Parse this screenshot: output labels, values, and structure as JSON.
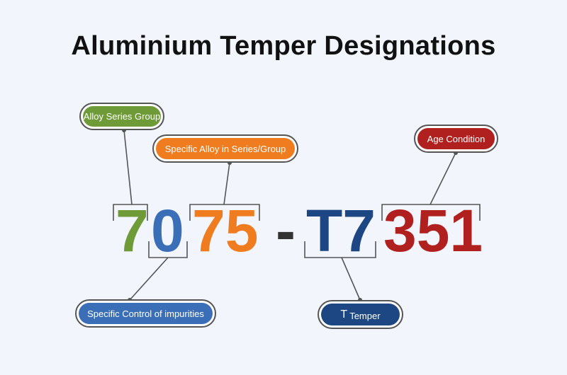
{
  "title": "Aluminium Temper Designations",
  "designation": {
    "alloy_series": "7",
    "impurity_control": "0",
    "specific_alloy": "75",
    "separator": "-",
    "temper": "T7",
    "age_condition": "351"
  },
  "labels": {
    "alloy_series_group": "Alloy Series Group",
    "specific_alloy": "Specific Alloy in Series/Group",
    "age_condition": "Age Condition",
    "impurities": "Specific Control of impurities",
    "temper_letter": "T",
    "temper_word": "Temper"
  },
  "colors": {
    "green": "#6e9a38",
    "blue": "#3a6fb8",
    "orange": "#ef7c1e",
    "navy": "#1d4783",
    "red": "#b0201e",
    "connector": "#555555"
  }
}
